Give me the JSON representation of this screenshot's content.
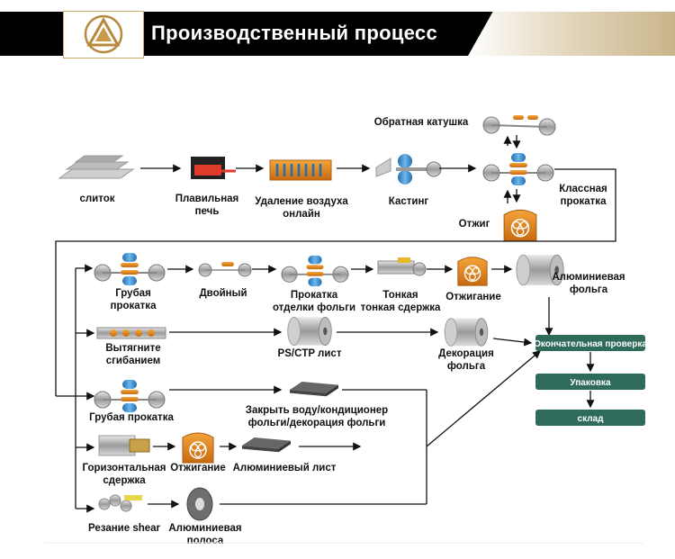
{
  "header": {
    "title": "Производственный процесс",
    "accent_color": "#c9b48a",
    "bar_color": "#000000"
  },
  "labels": {
    "ingot": "слиток",
    "furnace_1": "Плавильная",
    "furnace_2": "печь",
    "degas_1": "Удаление воздуха",
    "degas_2": "онлайн",
    "casting": "Кастинг",
    "rewind": "Обратная катушка",
    "class_roll_1": "Классная",
    "class_roll_2": "прокатка",
    "anneal_top": "Отжиг",
    "rough_roll_1a": "Грубая",
    "rough_roll_1b": "прокатка",
    "double": "Двойный",
    "finish_roll_1": "Прокатка",
    "finish_roll_2": "отделки фольги",
    "thin_1": "Тонкая",
    "thin_2": "тонкая сдержка",
    "annealing_1": "Отжигание",
    "al_foil_1": "Алюминиевая",
    "al_foil_2": "фольга",
    "stretch_1": "Вытягните",
    "stretch_2": "сгибанием",
    "ps_ctp": "PS/CTP лист",
    "deco_1": "Декорация",
    "deco_2": "фольга",
    "rough_roll_2": "Грубая прокатка",
    "close_1": "Закрыть воду/кондиционер",
    "close_2": "фольги/декорация фольги",
    "horiz_1": "Горизонтальная",
    "horiz_2": "сдержка",
    "annealing_2": "Отжигание",
    "al_sheet": "Алюминиевый лист",
    "shear": "Резание shear",
    "strip_1": "Алюминиевая",
    "strip_2": "полоса"
  },
  "final_steps": {
    "inspection": "Окончательная проверка",
    "packing": "Упаковка",
    "warehouse": "склад",
    "box_color": "#2e6b5a"
  },
  "icons": {
    "ingot": "ingot-stack-icon",
    "furnace": "furnace-icon",
    "degas": "degas-trough-icon",
    "caster": "caster-rolls-icon",
    "mill": "rolling-mill-icon",
    "annealer": "annealing-furnace-icon",
    "coil": "coil-roll-icon",
    "sheet": "sheet-stack-icon"
  }
}
